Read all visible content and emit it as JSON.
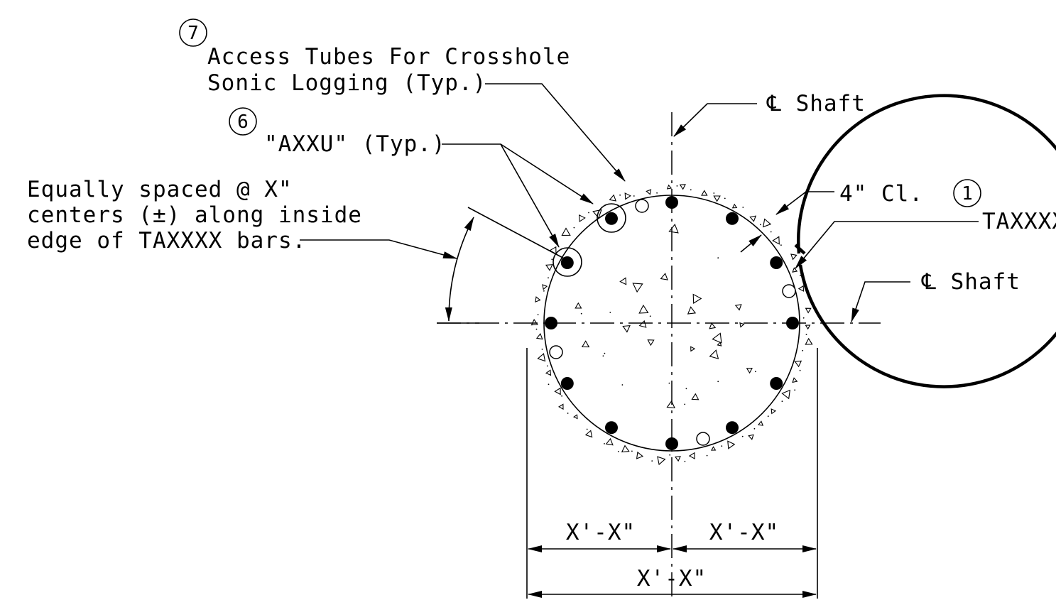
{
  "labels": {
    "callout_7_number": "7",
    "access_tubes_line1": "Access Tubes For Crosshole",
    "access_tubes_line2": "Sonic Logging (Typ.)",
    "callout_6_number": "6",
    "axxu_label": "\"AXXU\" (Typ.)",
    "spacing_line1": "Equally spaced @ X\"",
    "spacing_line2": "centers (±) along inside",
    "spacing_line3": "edge of TAXXXX bars.",
    "centerline_top": "℄ Shaft",
    "centerline_right": "℄ Shaft",
    "clearance": "4\" Cl.",
    "callout_1_number": "1",
    "bar_label": "TAXXXX",
    "dim_left": "X'-X\"",
    "dim_right": "X'-X\"",
    "dim_overall": "X'-X\""
  }
}
